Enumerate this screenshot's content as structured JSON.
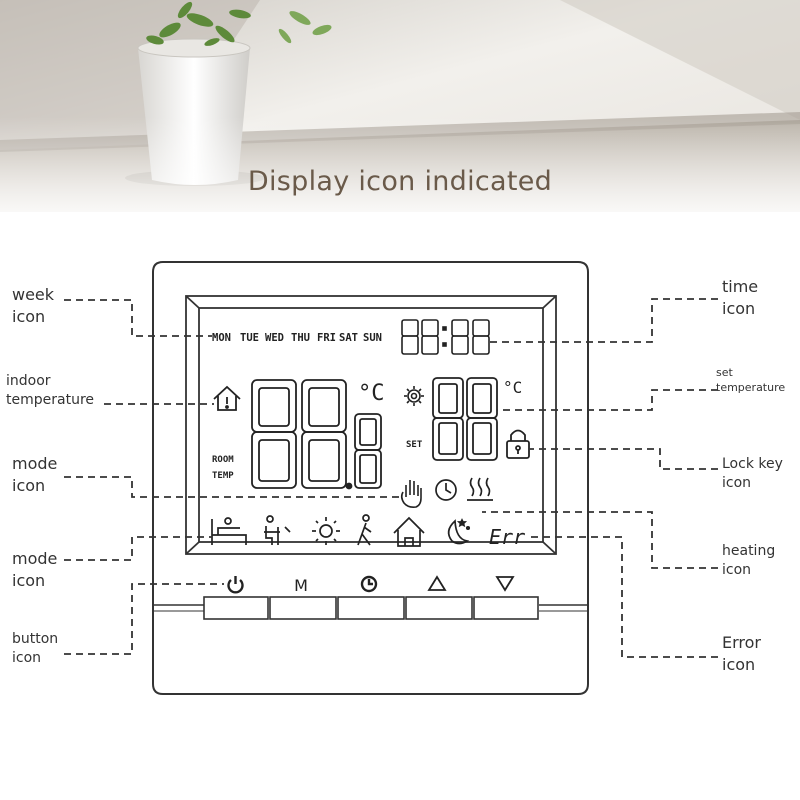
{
  "header": {
    "title": "Display icon indicated"
  },
  "lcd": {
    "weekdays": [
      "MON",
      "TUE",
      "WED",
      "THU",
      "FRI",
      "SAT",
      "SUN"
    ],
    "room_label_1": "ROOM",
    "room_label_2": "TEMP",
    "set_label": "SET",
    "celsius": "°C",
    "error_text": "Err"
  },
  "buttons": [
    {
      "name": "power",
      "symbol": "power-icon"
    },
    {
      "name": "mode",
      "symbol": "M"
    },
    {
      "name": "clock",
      "symbol": "clock-icon"
    },
    {
      "name": "up",
      "symbol": "up-triangle-icon"
    },
    {
      "name": "down",
      "symbol": "down-triangle-icon"
    }
  ],
  "callouts": {
    "week": [
      "week",
      "icon"
    ],
    "indoor": [
      "indoor",
      "temperature"
    ],
    "mode1": [
      "mode",
      "icon"
    ],
    "mode2": [
      "mode",
      "icon"
    ],
    "button": [
      "button",
      "icon"
    ],
    "time": [
      "time",
      "icon"
    ],
    "set": [
      "set",
      "temperature"
    ],
    "lock": [
      "Lock key",
      "icon"
    ],
    "heating": [
      "heating",
      "icon"
    ],
    "error": [
      "Error",
      "icon"
    ]
  },
  "colors": {
    "title": "#6a5a4a",
    "line": "#333333",
    "lcd_bg": "#ffffff"
  }
}
